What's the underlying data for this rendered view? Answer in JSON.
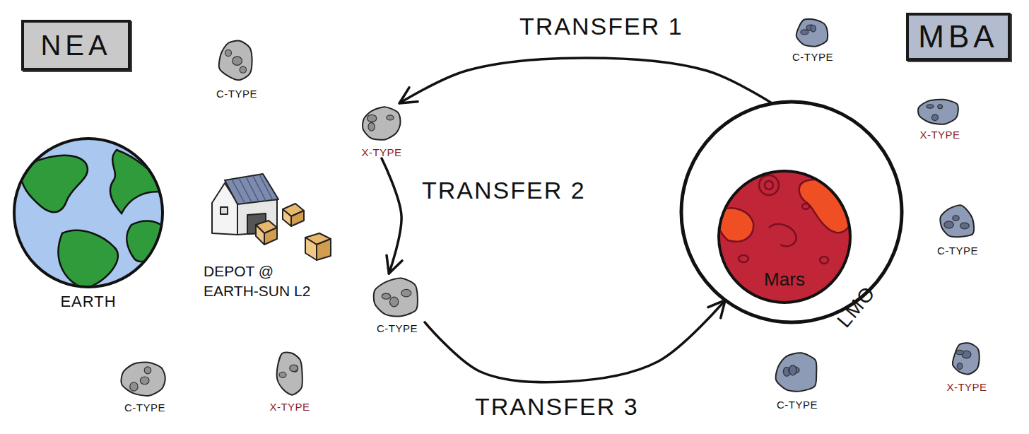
{
  "diagram": {
    "nodes": [
      {
        "text": [
          "NEA"
        ]
      },
      {
        "text": [
          "C-TYPE"
        ]
      },
      {
        "text": [
          "X-TYPE"
        ]
      },
      {
        "text": [
          "C-TYPE"
        ]
      },
      {
        "text": [
          "MBA"
        ]
      },
      {
        "text": [
          "X-TYPE"
        ]
      },
      {
        "text": [
          "EARTH"
        ]
      },
      {
        "text": [
          "DEPOT @ EARTH-SUN L2"
        ]
      },
      {
        "text": [
          "LMO"
        ]
      },
      {
        "text": [
          "Mars"
        ],
        "in": 8
      },
      {
        "text": [
          "C-TYPE"
        ]
      },
      {
        "text": [
          "C-TYPE"
        ]
      },
      {
        "text": [
          "C-TYPE"
        ]
      },
      {
        "text": [
          "X-TYPE"
        ]
      },
      {
        "text": [
          "C-TYPE"
        ]
      },
      {
        "text": [
          "X-TYPE"
        ]
      }
    ],
    "edges": [
      {
        "from": 8,
        "to": 2,
        "label": "TRANSFER 1",
        "arrow": "to"
      },
      {
        "from": 2,
        "to": 11,
        "label": "TRANSFER 2",
        "arrow": "to"
      },
      {
        "from": 11,
        "to": 8,
        "label": "TRANSFER 3",
        "arrow": "to"
      }
    ]
  }
}
